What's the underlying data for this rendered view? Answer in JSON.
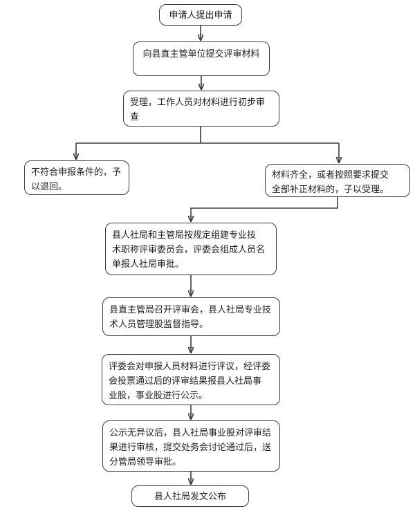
{
  "diagram": {
    "type": "flowchart",
    "colors": {
      "background": "#ffffff",
      "line": "#3c3c3c",
      "box_border": "#3c3c3c",
      "text": "#1f1f1f"
    },
    "nodes": {
      "apply": {
        "label": "申请人提出申请"
      },
      "submit": {
        "label": "向县直主管单位提交评审材料"
      },
      "check": {
        "label": "受理，工作人员对材料进行初步审\n查"
      },
      "reject": {
        "label": "不符合申报条件的，予\n以退回。"
      },
      "accepted": {
        "label": "材料齐全，或者按照要求提交\n全部补正材料的，子以受理。"
      },
      "committee": {
        "label": "县人社局和主管局按规定组建专业技\n术职称评审委员会，评委会组成人员名\n单报人社局审批。"
      },
      "meeting": {
        "label": "县直主管局召开评审会，县人社局专业技\n术人员管理股监督指导。"
      },
      "review": {
        "label": "评委会对申报人员材料进行评议，经评委\n会投票通过后的评审结果报县人社局事\n业股，事业股进行公示。"
      },
      "audit": {
        "label": "公示无异议后，县人社局事业股对评审结\n果进行审核，提交处务会讨论通过后，送\n分管局领导审批。"
      },
      "publish": {
        "label": "县人社局发文公布"
      }
    },
    "edges": [
      {
        "from": "apply",
        "to": "submit"
      },
      {
        "from": "submit",
        "to": "check"
      },
      {
        "from": "check",
        "to": "reject"
      },
      {
        "from": "check",
        "to": "accepted"
      },
      {
        "from": "accepted",
        "to": "committee"
      },
      {
        "from": "committee",
        "to": "meeting"
      },
      {
        "from": "meeting",
        "to": "review"
      },
      {
        "from": "review",
        "to": "audit"
      },
      {
        "from": "audit",
        "to": "publish"
      }
    ]
  }
}
